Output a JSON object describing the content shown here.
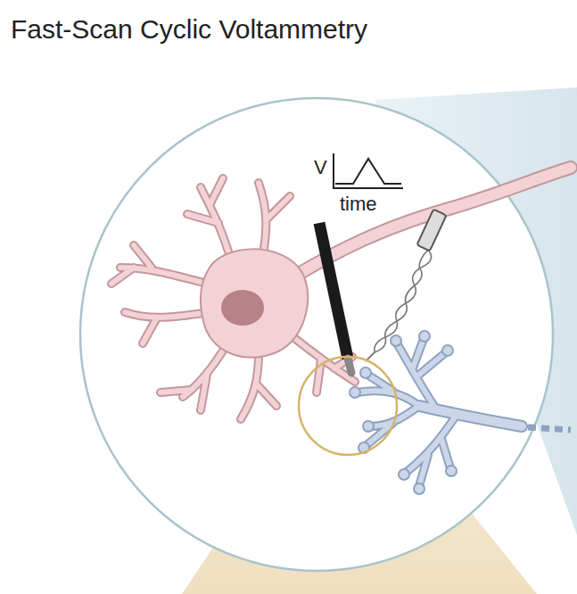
{
  "diagram": {
    "title": "Fast-Scan Cyclic Voltammetry",
    "labels": [
      "V",
      "time"
    ]
  }
}
